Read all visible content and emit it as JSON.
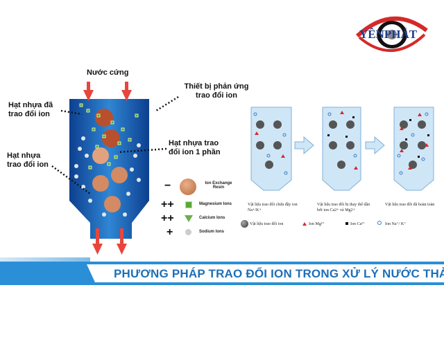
{
  "logo": {
    "text": "YÊNPHÁT",
    "colors": {
      "red": "#d42a2a",
      "blue": "#1e3c8c",
      "black": "#111111"
    }
  },
  "left_diagram": {
    "inlet_label": "Nước cứng",
    "label_exchanged": "Hạt nhựa đã trao đổi ion",
    "label_reactor": "Thiết bị phản ứng trao đổi ion",
    "label_partial": "Hạt nhựa trao đổi ion 1 phần",
    "label_resin": "Hạt nhựa trao đổi ion",
    "legend": [
      {
        "symbol": "−",
        "icon": "resin-bead",
        "label": "Ion Exchange Resin"
      },
      {
        "symbol": "++",
        "icon": "magnesium-ion",
        "label": "Magnesium Ions"
      },
      {
        "symbol": "++",
        "icon": "calcium-ion",
        "label": "Calcium Ions"
      },
      {
        "symbol": "+",
        "icon": "sodium-ion",
        "label": "Sodium Ions"
      }
    ],
    "colors": {
      "column": "#1a5fb0",
      "resin": "#b8502e",
      "arrow": "#e8463c"
    }
  },
  "right_diagram": {
    "captions": [
      "Vật liệu trao đổi chứa đầy ion Na+/K+",
      "Vật liệu trao đổi bị thay thế dần bởi ion Ca2+ và Mg2+",
      "Vật liệu trao đổi đã hoàn toàn"
    ],
    "legend": [
      {
        "icon": "exchange-material",
        "label": "Vật liệu trao đổi ion"
      },
      {
        "icon": "red-triangle",
        "label": "Ion Mg²⁺"
      },
      {
        "icon": "black-square",
        "label": "Ion Ca²⁺"
      },
      {
        "icon": "blue-circle",
        "label": "Ion Na⁺/ K⁺"
      }
    ]
  },
  "banner": {
    "title": "PHƯƠNG PHÁP TRAO ĐỔI ION TRONG XỬ LÝ NƯỚC THẢI",
    "color": "#2a8fd6"
  }
}
